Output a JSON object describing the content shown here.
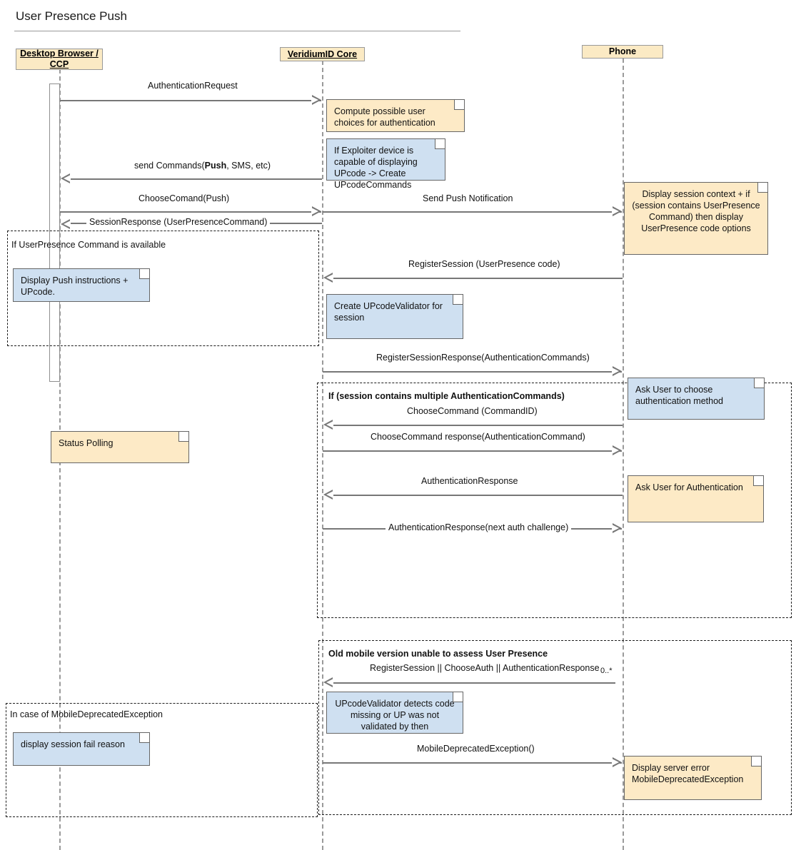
{
  "diagram": {
    "title": "User Presence Push",
    "type": "sequence-diagram"
  },
  "lifelines": [
    {
      "id": "browser",
      "label_line1": "Desktop Browser /",
      "label_line2": "CCP"
    },
    {
      "id": "core",
      "label_line1": "VeridiumID Core",
      "label_line2": ""
    },
    {
      "id": "phone",
      "label_line1": "Phone",
      "label_line2": ""
    }
  ],
  "messages": [
    {
      "id": "m1",
      "text": "AuthenticationRequest"
    },
    {
      "id": "m2",
      "text": "send Commands(",
      "bold": "Push",
      "text2": ", SMS, etc)"
    },
    {
      "id": "m3",
      "text": "ChooseComand(Push)"
    },
    {
      "id": "m4",
      "text": "Send Push Notification"
    },
    {
      "id": "m5",
      "text": "SessionResponse (UserPresenceCommand)"
    },
    {
      "id": "m6",
      "text": "RegisterSession (UserPresence code)"
    },
    {
      "id": "m7",
      "text": "RegisterSessionResponse(AuthenticationCommands)"
    },
    {
      "id": "m8",
      "text": "ChooseCommand (CommandID)"
    },
    {
      "id": "m9",
      "text": "ChooseCommand response(AuthenticationCommand)"
    },
    {
      "id": "m10",
      "text": "AuthenticationResponse"
    },
    {
      "id": "m11",
      "text": "AuthenticationResponse(next auth challenge)"
    },
    {
      "id": "m12",
      "text": "RegisterSession || ChooseAuth || AuthenticationResponse",
      "multiplicity": "0..*"
    },
    {
      "id": "m13",
      "text": "MobileDeprecatedException()"
    }
  ],
  "notes": [
    {
      "id": "n1",
      "color": "yellow",
      "text": "Compute possible user choices for authentication"
    },
    {
      "id": "n2",
      "color": "blue",
      "text": "If Exploiter device is capable of displaying UPcode -> Create UPcodeCommands"
    },
    {
      "id": "n3",
      "color": "yellow",
      "text": "Display session context + if (session contains UserPresence Command) then display UserPresence code options"
    },
    {
      "id": "n4",
      "color": "blue",
      "text": "Display Push instructions + UPcode."
    },
    {
      "id": "n5",
      "color": "blue",
      "text": "Create UPcodeValidator for session"
    },
    {
      "id": "n6",
      "color": "yellow",
      "text": "Status Polling"
    },
    {
      "id": "n7",
      "color": "blue",
      "text": "Ask User to choose authentication method"
    },
    {
      "id": "n8",
      "color": "yellow",
      "text": "Ask User for Authentication"
    },
    {
      "id": "n9",
      "color": "blue",
      "text": "UPcodeValidator detects code missing or UP was not validated by then"
    },
    {
      "id": "n10",
      "color": "yellow",
      "text": "Display server error MobileDeprecatedException"
    },
    {
      "id": "n11",
      "color": "blue",
      "text": "display session fail reason"
    }
  ],
  "fragments": [
    {
      "id": "f1",
      "label": "If UserPresence Command is available",
      "bold": false
    },
    {
      "id": "f2",
      "label": "If (session contains multiple AuthenticationCommands)",
      "bold": true
    },
    {
      "id": "f3",
      "label": "Old mobile version unable to assess User Presence",
      "bold": true
    },
    {
      "id": "f4",
      "label": "In case of MobileDeprecatedException",
      "bold": false
    }
  ],
  "colors": {
    "note_yellow": "#fdeac6",
    "note_blue": "#cfe0f1",
    "actor_fill": "#fbeac4",
    "line": "#777777",
    "lifeline": "#9a9a9a"
  }
}
